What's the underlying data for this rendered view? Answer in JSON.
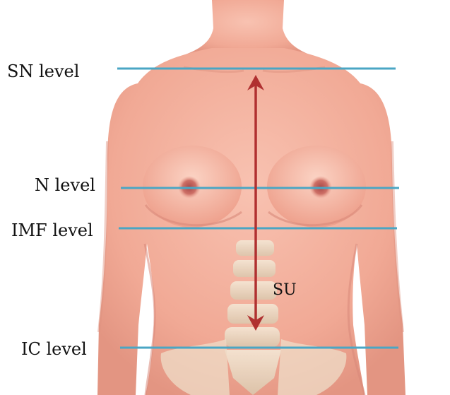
{
  "figure": {
    "levels": [
      {
        "key": "sn",
        "label": "SN level"
      },
      {
        "key": "n",
        "label": "N level"
      },
      {
        "key": "imf",
        "label": "IMF level"
      },
      {
        "key": "ic",
        "label": "IC level"
      }
    ],
    "arrow_label": "SU"
  },
  "colors": {
    "level_line": "#4aa6c4",
    "arrow": "#b03030",
    "skin": "#f0ab98",
    "skin_dark": "#d98a7a",
    "nipple": "#c4645e",
    "spine": "#ecdcc6"
  }
}
